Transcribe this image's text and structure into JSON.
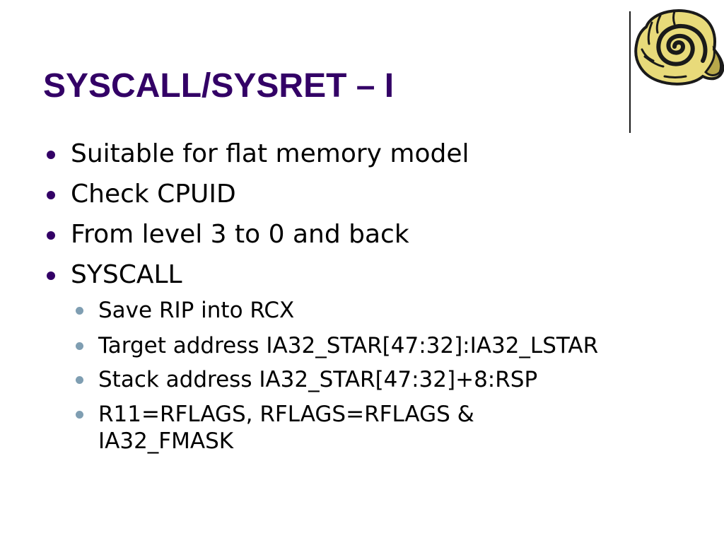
{
  "slide": {
    "title": "SYSCALL/SYSRET – I",
    "logo_icon": "spiral-shell-icon",
    "bullets": [
      "Suitable for flat memory model",
      "Check CPUID",
      "From level 3 to 0 and back",
      "SYSCALL"
    ],
    "sub_bullets": [
      "Save RIP into RCX",
      "Target address IA32_STAR[47:32]:IA32_LSTAR",
      "Stack address IA32_STAR[47:32]+8:RSP",
      "R11=RFLAGS, RFLAGS=RFLAGS &",
      "IA32_FMASK"
    ]
  },
  "colors": {
    "title": "#330066",
    "bullet_level1": "#330066",
    "bullet_level2": "#7f9eb2",
    "text": "#000000",
    "background": "#ffffff"
  }
}
